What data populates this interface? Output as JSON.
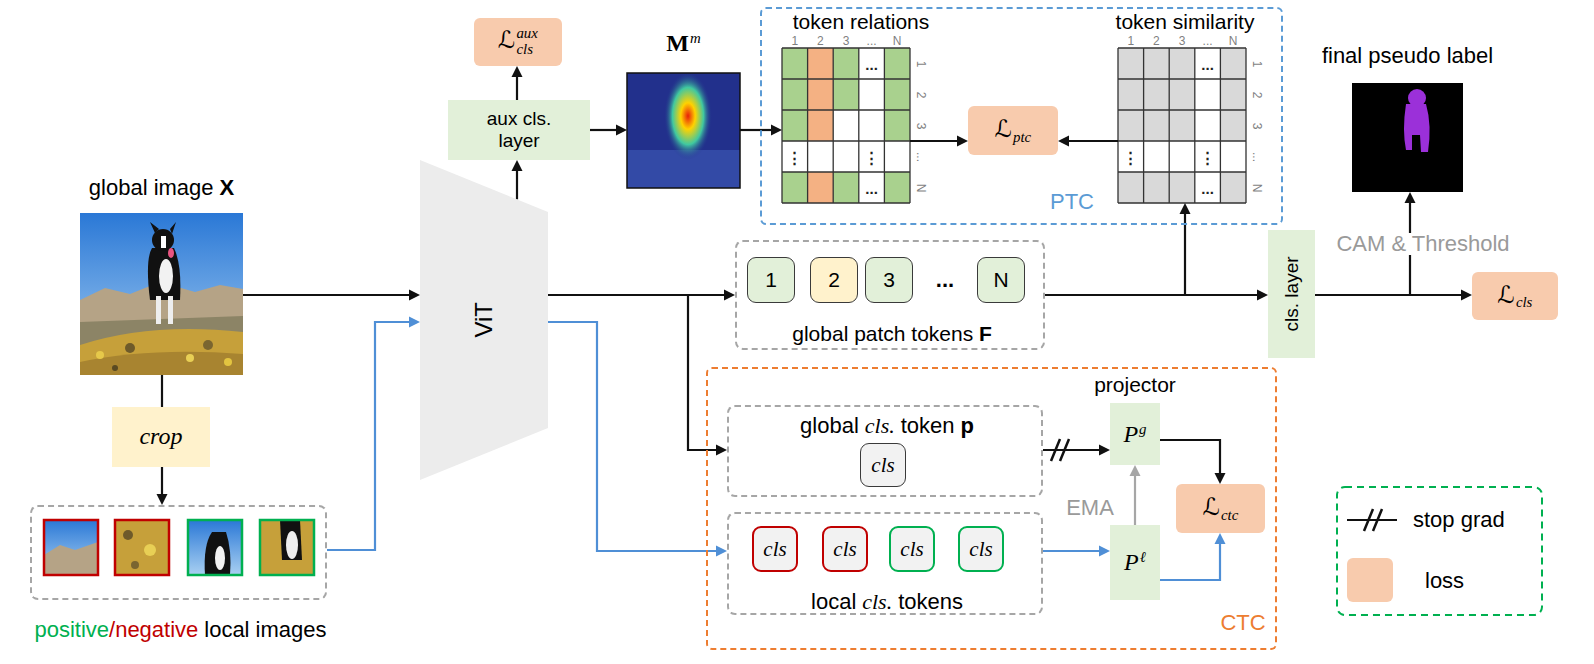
{
  "diagram": {
    "nodes": [
      {
        "text": [
          "global image",
          "X"
        ]
      },
      {
        "text": [
          "ViT"
        ]
      },
      {
        "text": [
          "crop"
        ]
      },
      {
        "text": [
          "positive",
          "/negative",
          "local images"
        ]
      },
      {
        "text": [
          "aux cls. layer"
        ]
      },
      {
        "text": [
          "ℒ",
          "cls",
          "aux"
        ]
      },
      {
        "text": [
          "M",
          "m"
        ]
      },
      {
        "text": [
          "PTC"
        ]
      },
      {
        "text": [
          "token relations"
        ],
        "in": 7
      },
      {
        "text": [
          "ℒ",
          "ptc"
        ],
        "in": 7
      },
      {
        "text": [
          "token similarity"
        ],
        "in": 7
      },
      {
        "text": [
          "final pseudo label"
        ]
      },
      {
        "text": [
          "global patch tokens",
          "F"
        ]
      },
      {
        "text": [
          "1"
        ],
        "in": 12
      },
      {
        "text": [
          "2"
        ],
        "in": 12
      },
      {
        "text": [
          "3"
        ],
        "in": 12
      },
      {
        "text": [
          "N"
        ],
        "in": 12
      },
      {
        "text": [
          "cls. layer"
        ]
      },
      {
        "text": [
          "ℒ",
          "cls"
        ]
      },
      {
        "text": [
          "CTC"
        ]
      },
      {
        "text": [
          "global",
          "cls.",
          "token",
          "p"
        ],
        "in": 19
      },
      {
        "text": [
          "cls"
        ],
        "in": 20
      },
      {
        "text": [
          "local",
          "cls.",
          "tokens"
        ],
        "in": 19
      },
      {
        "text": [
          "cls"
        ],
        "in": 22
      },
      {
        "text": [
          "cls"
        ],
        "in": 22
      },
      {
        "text": [
          "cls"
        ],
        "in": 22
      },
      {
        "text": [
          "cls"
        ],
        "in": 22
      },
      {
        "text": [
          "projector",
          "P",
          "g"
        ],
        "in": 19
      },
      {
        "text": [
          "ℒ",
          "ctc"
        ],
        "in": 19
      },
      {
        "text": [
          "P",
          "ℓ"
        ],
        "in": 19
      }
    ],
    "edges": [
      {
        "from": 0,
        "to": 1,
        "arrow": "to"
      },
      {
        "from": 0,
        "to": 2,
        "arrow": "none"
      },
      {
        "from": 2,
        "to": 3,
        "arrow": "to"
      },
      {
        "from": 3,
        "to": 1,
        "arrow": "to"
      },
      {
        "from": 1,
        "to": 4,
        "arrow": "to"
      },
      {
        "from": 4,
        "to": 5,
        "arrow": "to"
      },
      {
        "from": 4,
        "to": 6,
        "arrow": "to"
      },
      {
        "from": 6,
        "to": 8,
        "arrow": "to"
      },
      {
        "from": 8,
        "to": 9,
        "arrow": "to"
      },
      {
        "from": 10,
        "to": 9,
        "arrow": "to"
      },
      {
        "from": 1,
        "to": 12,
        "arrow": "to"
      },
      {
        "from": 1,
        "to": 20,
        "arrow": "to"
      },
      {
        "from": 1,
        "to": 22,
        "arrow": "to"
      },
      {
        "from": 12,
        "to": 17,
        "arrow": "to"
      },
      {
        "from": 12,
        "to": 10,
        "arrow": "to"
      },
      {
        "from": 17,
        "to": 18,
        "arrow": "to"
      },
      {
        "from": 17,
        "to": 11,
        "arrow": "to",
        "label": "CAM & Threshold"
      },
      {
        "from": 20,
        "to": 27,
        "arrow": "to"
      },
      {
        "from": 27,
        "to": 28,
        "arrow": "to"
      },
      {
        "from": 29,
        "to": 27,
        "arrow": "to",
        "label": "EMA"
      },
      {
        "from": 22,
        "to": 29,
        "arrow": "to"
      },
      {
        "from": 29,
        "to": 28,
        "arrow": "to"
      }
    ],
    "labels": [
      "1",
      "2",
      "3",
      "...",
      "N",
      "1",
      "2",
      "3",
      "...",
      "N",
      "1",
      "2",
      "3",
      "...",
      "N",
      "1",
      "2",
      "3",
      "...",
      "N",
      "...",
      "⋮",
      "⋮",
      "...",
      "...",
      "⋮",
      "⋮",
      "...",
      "..."
    ],
    "legend": [
      {
        "text": "stop grad"
      },
      {
        "text": "loss",
        "color": "#f8cbad"
      }
    ]
  }
}
